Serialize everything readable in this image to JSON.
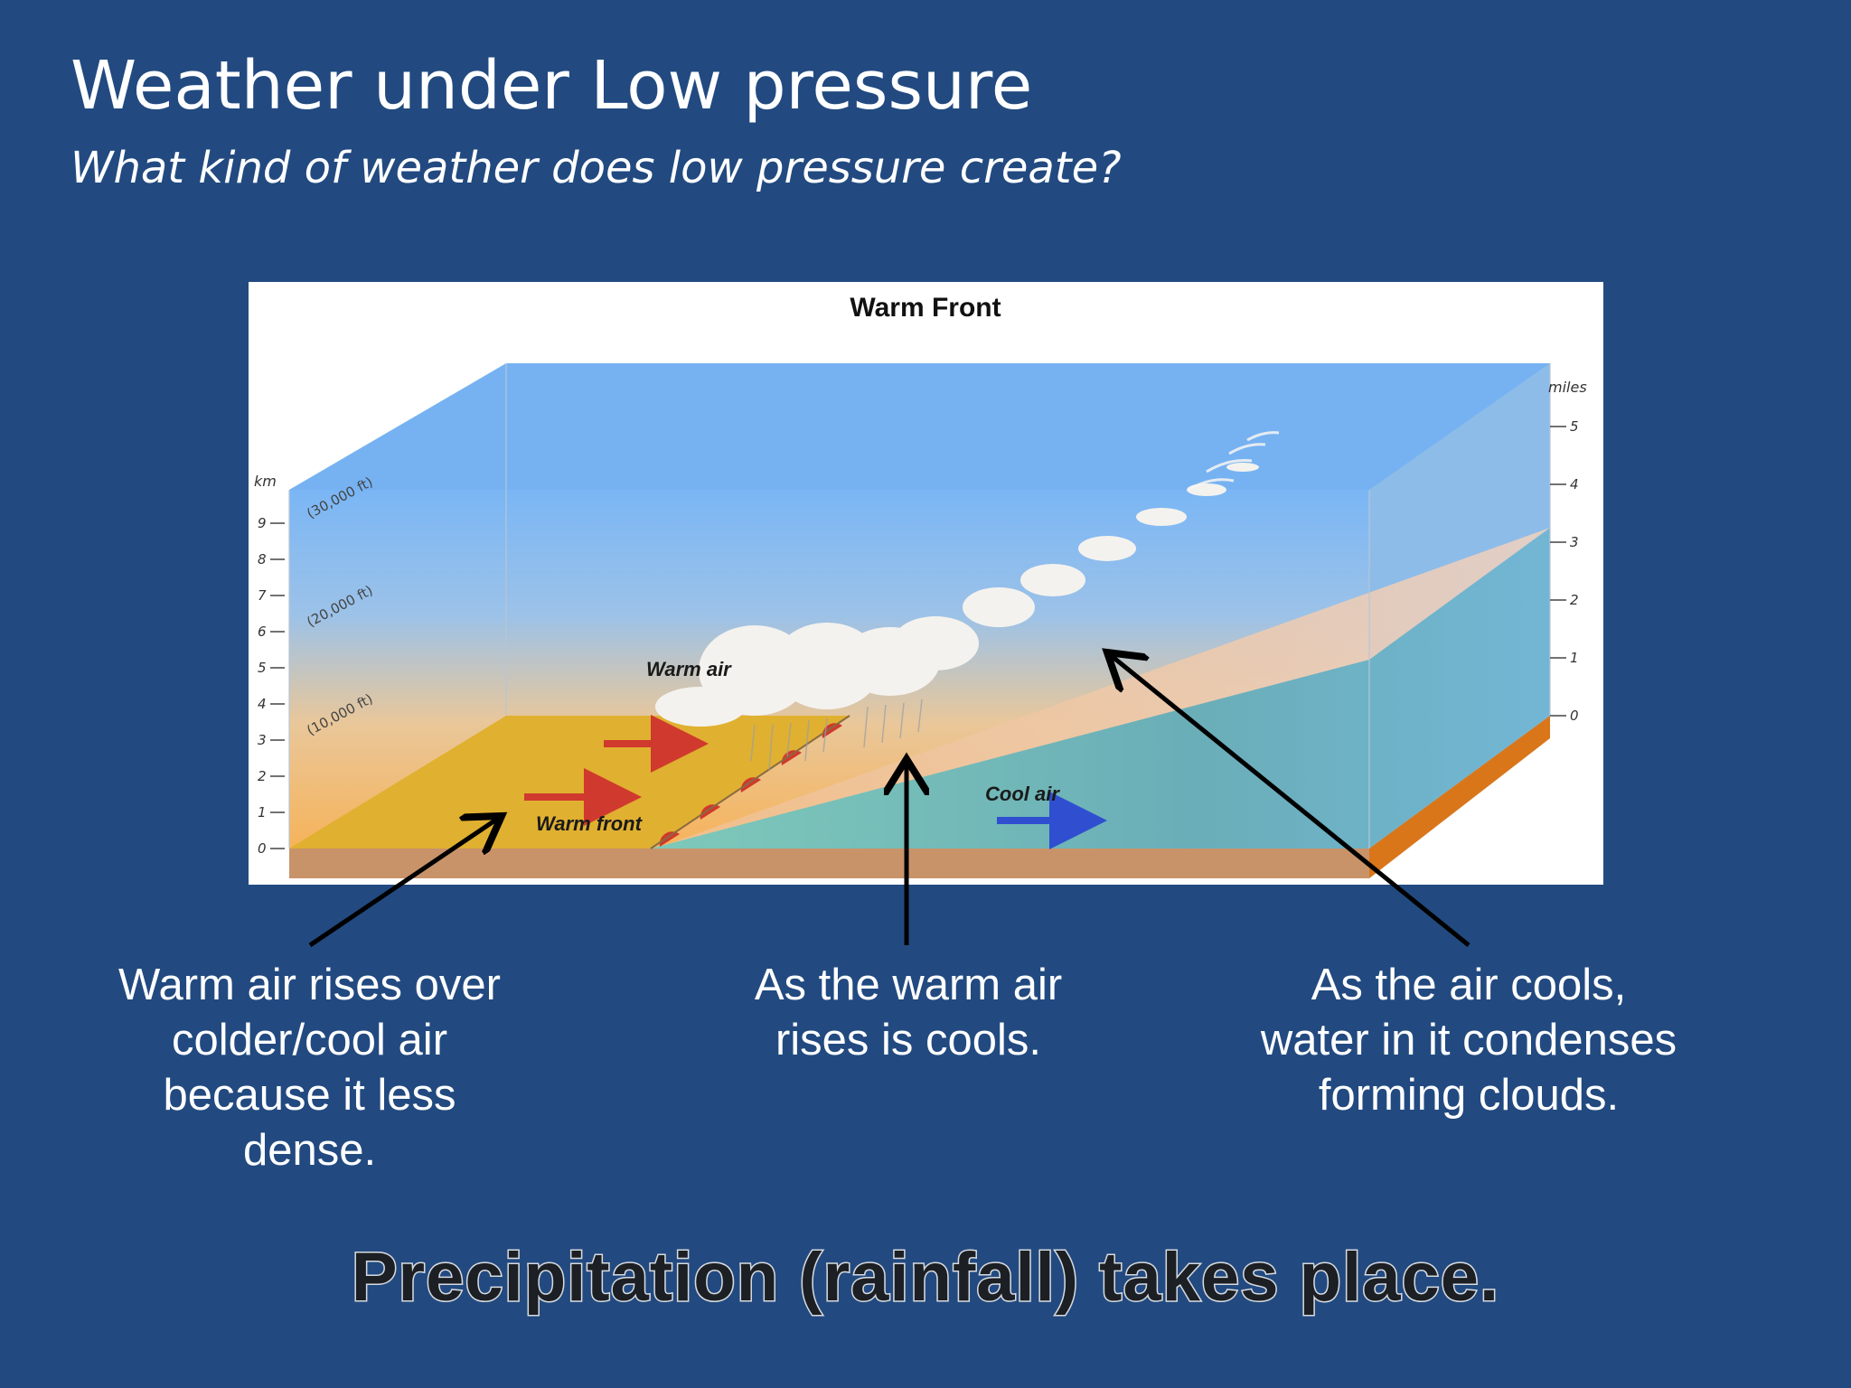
{
  "slide": {
    "title": "Weather under Low pressure",
    "subtitle": "What kind of weather does low pressure create?"
  },
  "diagram": {
    "title": "Warm Front",
    "left_axis_unit": "km",
    "left_axis_ticks": [
      "0",
      "1",
      "2",
      "3",
      "4",
      "5",
      "6",
      "7",
      "8",
      "9"
    ],
    "altitude_labels": [
      "(30,000 ft)",
      "(20,000 ft)",
      "(10,000 ft)"
    ],
    "right_axis_unit": "miles",
    "right_axis_ticks": [
      "0",
      "1",
      "2",
      "3",
      "4",
      "5"
    ],
    "labels": {
      "warm_air": "Warm air",
      "cool_air": "Cool air",
      "warm_front": "Warm front"
    },
    "colors": {
      "sky_top": "#7ab6f5",
      "warm_air": "#f5b861",
      "warm_ground": "#e0b030",
      "cool_air": "#5cb3b0",
      "ground": "#c9936a",
      "side_ground": "#d9761a",
      "warm_arrow": "#d0392d",
      "cool_arrow": "#2f4fd0"
    }
  },
  "captions": {
    "left": "Warm air rises over colder/cool air because it less dense.",
    "middle": "As the warm air rises is cools.",
    "right": "As the air cools, water in it condenses forming clouds."
  },
  "conclusion": "Precipitation (rainfall) takes place."
}
